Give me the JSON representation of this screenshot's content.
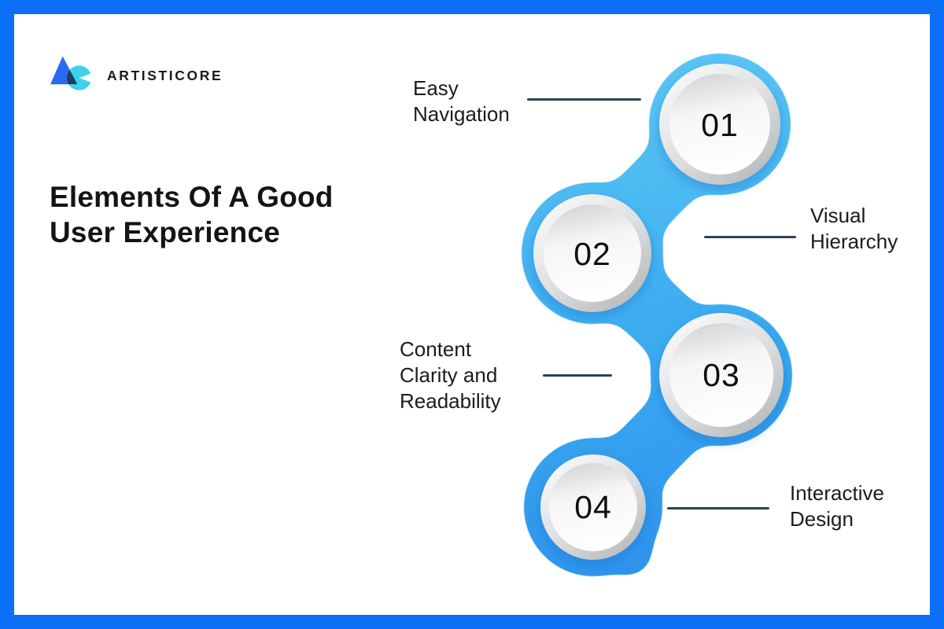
{
  "brand": {
    "name": "ARTISTICORE"
  },
  "title": {
    "line1": "Elements Of A Good",
    "line2": "User Experience"
  },
  "steps": [
    {
      "number": "01",
      "lines": [
        "Easy",
        "Navigation"
      ]
    },
    {
      "number": "02",
      "lines": [
        "Visual",
        "Hierarchy"
      ]
    },
    {
      "number": "03",
      "lines": [
        "Content",
        "Clarity and",
        "Readability"
      ]
    },
    {
      "number": "04",
      "lines": [
        "Interactive",
        "Design"
      ]
    }
  ],
  "colors": {
    "frame": "#0b70f7",
    "blob-top": "#5ec9f4",
    "blob-mid": "#3dadf0",
    "blob-bottom": "#2b8fec",
    "connector": "#2e4154",
    "text-dark": "#141414",
    "logo-triangle": "#2a6af0",
    "logo-circle": "#3fd0ef",
    "logo-overlap": "#1d3f63"
  }
}
